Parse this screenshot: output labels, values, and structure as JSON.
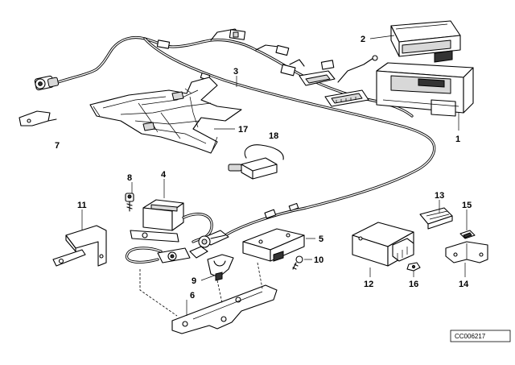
{
  "parts": [
    {
      "number": "1"
    },
    {
      "number": "2"
    },
    {
      "number": "3"
    },
    {
      "number": "4"
    },
    {
      "number": "5"
    },
    {
      "number": "6"
    },
    {
      "number": "7"
    },
    {
      "number": "8"
    },
    {
      "number": "9"
    },
    {
      "number": "10"
    },
    {
      "number": "11"
    },
    {
      "number": "12"
    },
    {
      "number": "13"
    },
    {
      "number": "14"
    },
    {
      "number": "15"
    },
    {
      "number": "16"
    },
    {
      "number": "17"
    },
    {
      "number": "18"
    }
  ],
  "reference_code": "CC006217"
}
